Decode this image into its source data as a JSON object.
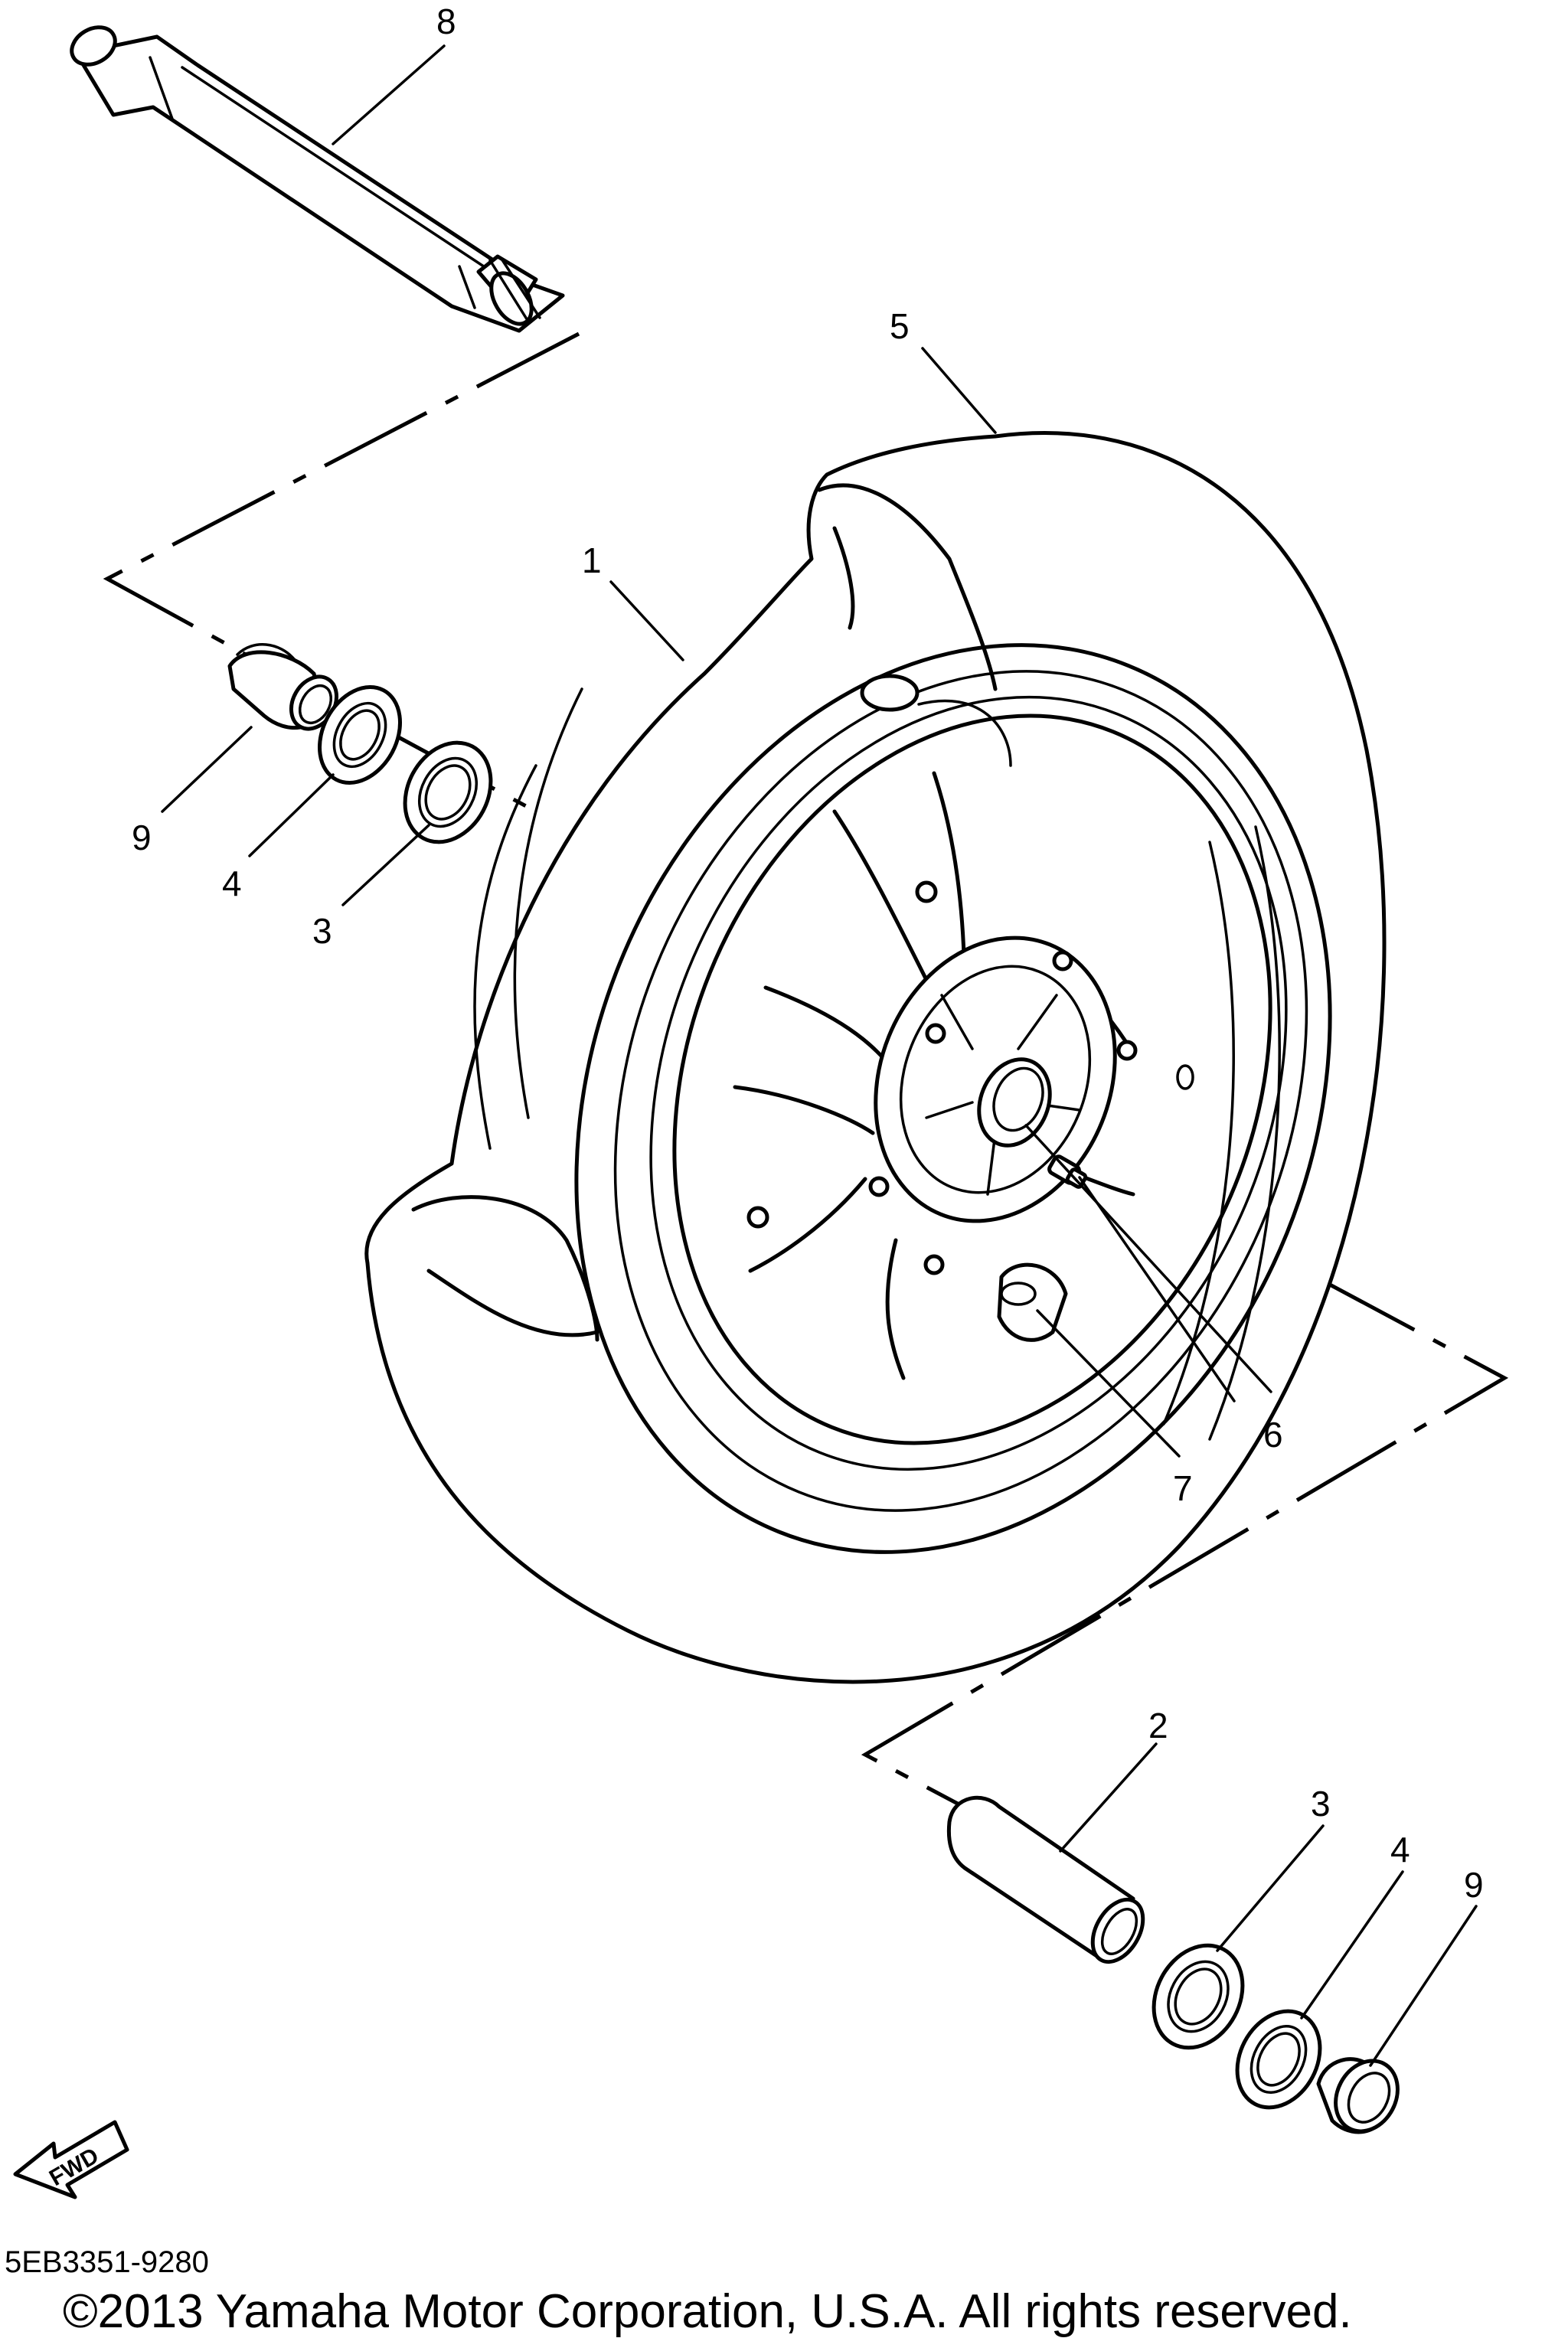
{
  "callouts": {
    "c1": "1",
    "c2": "2",
    "c3a": "3",
    "c3b": "3",
    "c4a": "4",
    "c4b": "4",
    "c5": "5",
    "c6": "6",
    "c7": "7",
    "c8": "8",
    "c9a": "9",
    "c9b": "9"
  },
  "fwd_label": "FWD",
  "diagram_code": "5EB3351-9280",
  "copyright": "©2013 Yamaha Motor Corporation, U.S.A. All rights reserved."
}
